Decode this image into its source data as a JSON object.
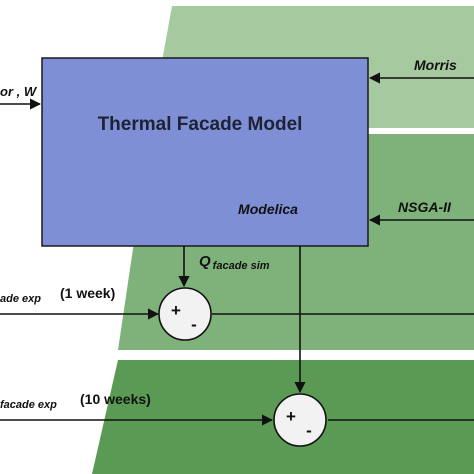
{
  "colors": {
    "band_top": "#a6c9a0",
    "band_mid": "#7fb27a",
    "band_bottom": "#5a9a55",
    "model_fill": "#7e8fd6",
    "model_stroke": "#1a1a1a",
    "line": "#111111"
  },
  "model": {
    "title": "Thermal Facade Model",
    "tool": "Modelica"
  },
  "inputs": {
    "top_left": "or , W",
    "morris": "Morris",
    "nsga": "NSGA-II",
    "q_sim": "Q",
    "q_sim_sub": "facade sim",
    "exp1_sub": "ade exp",
    "exp1_note": "(1 week)",
    "exp10_sub": "facade exp",
    "exp10_note": "(10 weeks)"
  },
  "sum1": {
    "plus": "+",
    "minus": "-"
  },
  "sum2": {
    "plus": "+",
    "minus": "-"
  }
}
